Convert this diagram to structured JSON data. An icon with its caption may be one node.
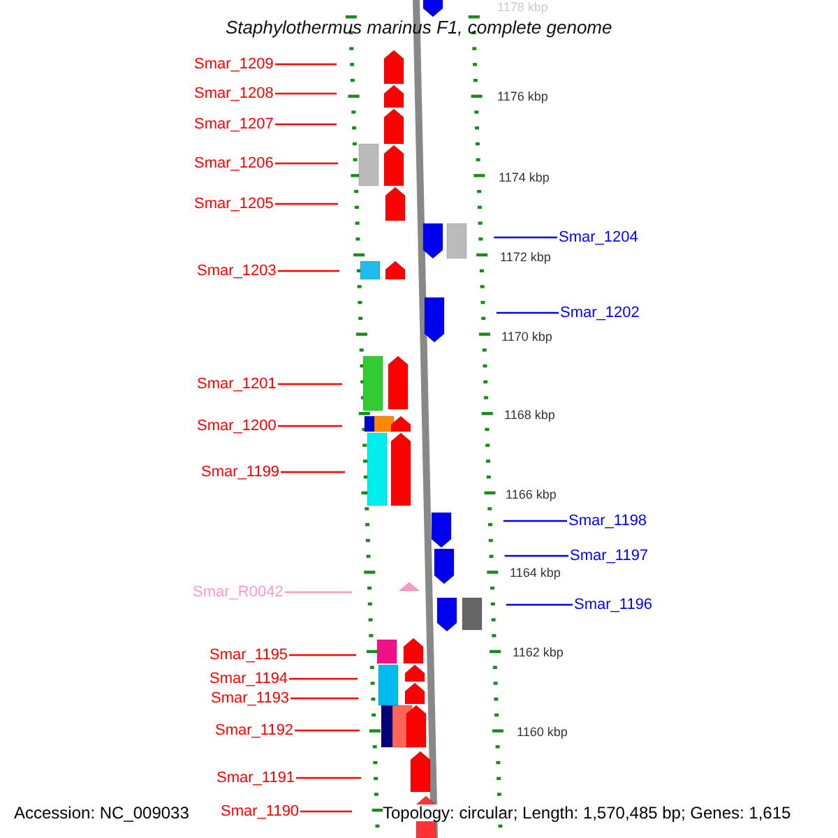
{
  "diagram": {
    "title": "Staphylothermus marinus F1, complete genome",
    "nodes": [
      {
        "text": [
          "Smar_1209"
        ]
      },
      {
        "text": [
          "Smar_1208"
        ]
      },
      {
        "text": [
          "Smar_1207"
        ]
      },
      {
        "text": [
          "Smar_1206"
        ]
      },
      {
        "text": [
          "Smar_1205"
        ]
      },
      {
        "text": [
          "Smar_1204"
        ]
      },
      {
        "text": [
          "Smar_1203"
        ]
      },
      {
        "text": [
          "Smar_1202"
        ]
      },
      {
        "text": [
          "Smar_1201"
        ]
      },
      {
        "text": [
          "Smar_1200"
        ]
      },
      {
        "text": [
          "Smar_1199"
        ]
      },
      {
        "text": [
          "Smar_1198"
        ]
      },
      {
        "text": [
          "Smar_1197"
        ]
      },
      {
        "text": [
          "Smar_R0042"
        ]
      },
      {
        "text": [
          "Smar_1196"
        ]
      },
      {
        "text": [
          "Smar_1195"
        ]
      },
      {
        "text": [
          "Smar_1194"
        ]
      },
      {
        "text": [
          "Smar_1193"
        ]
      },
      {
        "text": [
          "Smar_1192"
        ]
      },
      {
        "text": [
          "Smar_1191"
        ]
      },
      {
        "text": [
          "Smar_1190"
        ]
      }
    ],
    "edges": [
      {
        "from": 0,
        "to": null,
        "arrow": "none"
      },
      {
        "from": 1,
        "to": null,
        "arrow": "none"
      },
      {
        "from": 2,
        "to": null,
        "arrow": "none"
      },
      {
        "from": 3,
        "to": null,
        "arrow": "none"
      },
      {
        "from": 4,
        "to": null,
        "arrow": "none"
      },
      {
        "from": 5,
        "to": null,
        "arrow": "none",
        "color": "#0000ff"
      },
      {
        "from": 6,
        "to": null,
        "arrow": "none"
      },
      {
        "from": 7,
        "to": null,
        "arrow": "none",
        "color": "#0000ff"
      },
      {
        "from": 8,
        "to": null,
        "arrow": "none"
      },
      {
        "from": 9,
        "to": null,
        "arrow": "none"
      },
      {
        "from": 10,
        "to": null,
        "arrow": "none"
      },
      {
        "from": 11,
        "to": null,
        "arrow": "none",
        "color": "#0000ff"
      },
      {
        "from": 12,
        "to": null,
        "arrow": "none",
        "color": "#0000ff"
      },
      {
        "from": 13,
        "to": null,
        "arrow": "none",
        "color": "#ff99cc"
      },
      {
        "from": 14,
        "to": null,
        "arrow": "none",
        "color": "#0000ff"
      },
      {
        "from": 15,
        "to": null,
        "arrow": "none"
      },
      {
        "from": 16,
        "to": null,
        "arrow": "none"
      },
      {
        "from": 17,
        "to": null,
        "arrow": "none"
      },
      {
        "from": 18,
        "to": null,
        "arrow": "none"
      },
      {
        "from": 19,
        "to": null,
        "arrow": "none"
      },
      {
        "from": 20,
        "to": null,
        "arrow": "none"
      }
    ],
    "labels": [
      "1178 kbp",
      "1176 kbp",
      "1174 kbp",
      "1172 kbp",
      "1170 kbp",
      "1168 kbp",
      "1166 kbp",
      "1164 kbp",
      "1162 kbp",
      "1160 kbp",
      "Accession: NC_009033",
      "Topology: circular; Length: 1,570,485 bp; Genes: 1,615"
    ]
  }
}
